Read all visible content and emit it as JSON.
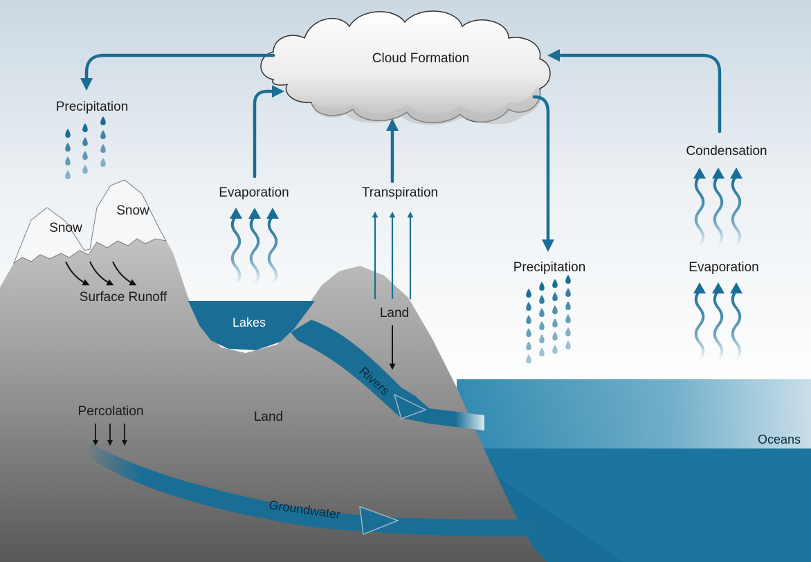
{
  "labels": {
    "cloud": "Cloud Formation",
    "precipitation_left": "Precipitation",
    "precipitation_right": "Precipitation",
    "evaporation_lake": "Evaporation",
    "transpiration": "Transpiration",
    "condensation": "Condensation",
    "evaporation_ocean": "Evaporation",
    "snow_left": "Snow",
    "snow_right": "Snow",
    "surface_runoff": "Surface Runoff",
    "lakes": "Lakes",
    "land_hill": "Land",
    "rivers": "Rivers",
    "percolation": "Percolation",
    "land_main": "Land",
    "groundwater": "Groundwater",
    "oceans": "Oceans"
  },
  "colors": {
    "water": "#1a6e96",
    "land_light": "#bfbfbf",
    "land_dark": "#5a5a5a",
    "sky_top": "#cfdbe4"
  }
}
